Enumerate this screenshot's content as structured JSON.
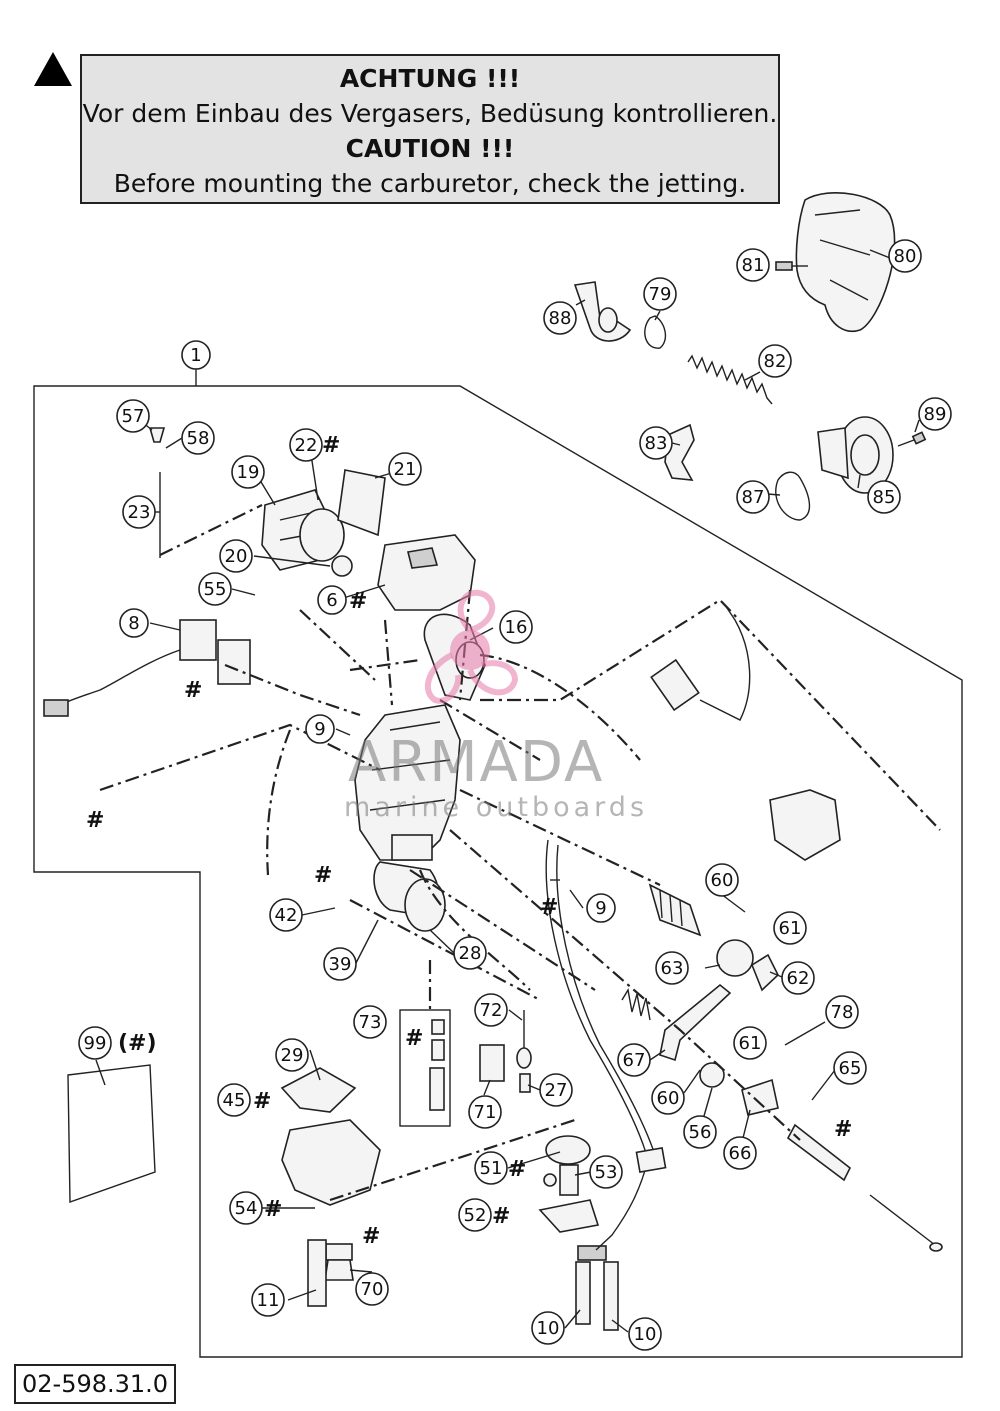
{
  "notice": {
    "title_de": "ACHTUNG !!!",
    "text_de": "Vor dem Einbau des Vergasers, Bedüsung kontrollieren.",
    "title_en": "CAUTION !!!",
    "text_en": "Before mounting the carburetor, check the jetting."
  },
  "part_number": "02-598.31.0",
  "watermark": {
    "title": "ARMADA",
    "subtitle": "marine outboards"
  },
  "callouts": {
    "c1": "1",
    "c6": "6",
    "c8": "8",
    "c9a": "9",
    "c9b": "9",
    "c10a": "10",
    "c10b": "10",
    "c11": "11",
    "c16": "16",
    "c19": "19",
    "c20": "20",
    "c21": "21",
    "c22": "22",
    "c23": "23",
    "c27": "27",
    "c28": "28",
    "c29": "29",
    "c39": "39",
    "c42": "42",
    "c45": "45",
    "c51": "51",
    "c52": "52",
    "c53": "53",
    "c54": "54",
    "c55": "55",
    "c56": "56",
    "c57": "57",
    "c58": "58",
    "c60a": "60",
    "c60b": "60",
    "c61a": "61",
    "c61b": "61",
    "c62": "62",
    "c63": "63",
    "c65": "65",
    "c66": "66",
    "c67": "67",
    "c70": "70",
    "c71": "71",
    "c72": "72",
    "c73": "73",
    "c78": "78",
    "c79": "79",
    "c80": "80",
    "c81": "81",
    "c82": "82",
    "c83": "83",
    "c85": "85",
    "c87": "87",
    "c88": "88",
    "c89": "89",
    "c99": "99"
  },
  "markers": {
    "hash": "#",
    "hash_paren": "(#)"
  }
}
